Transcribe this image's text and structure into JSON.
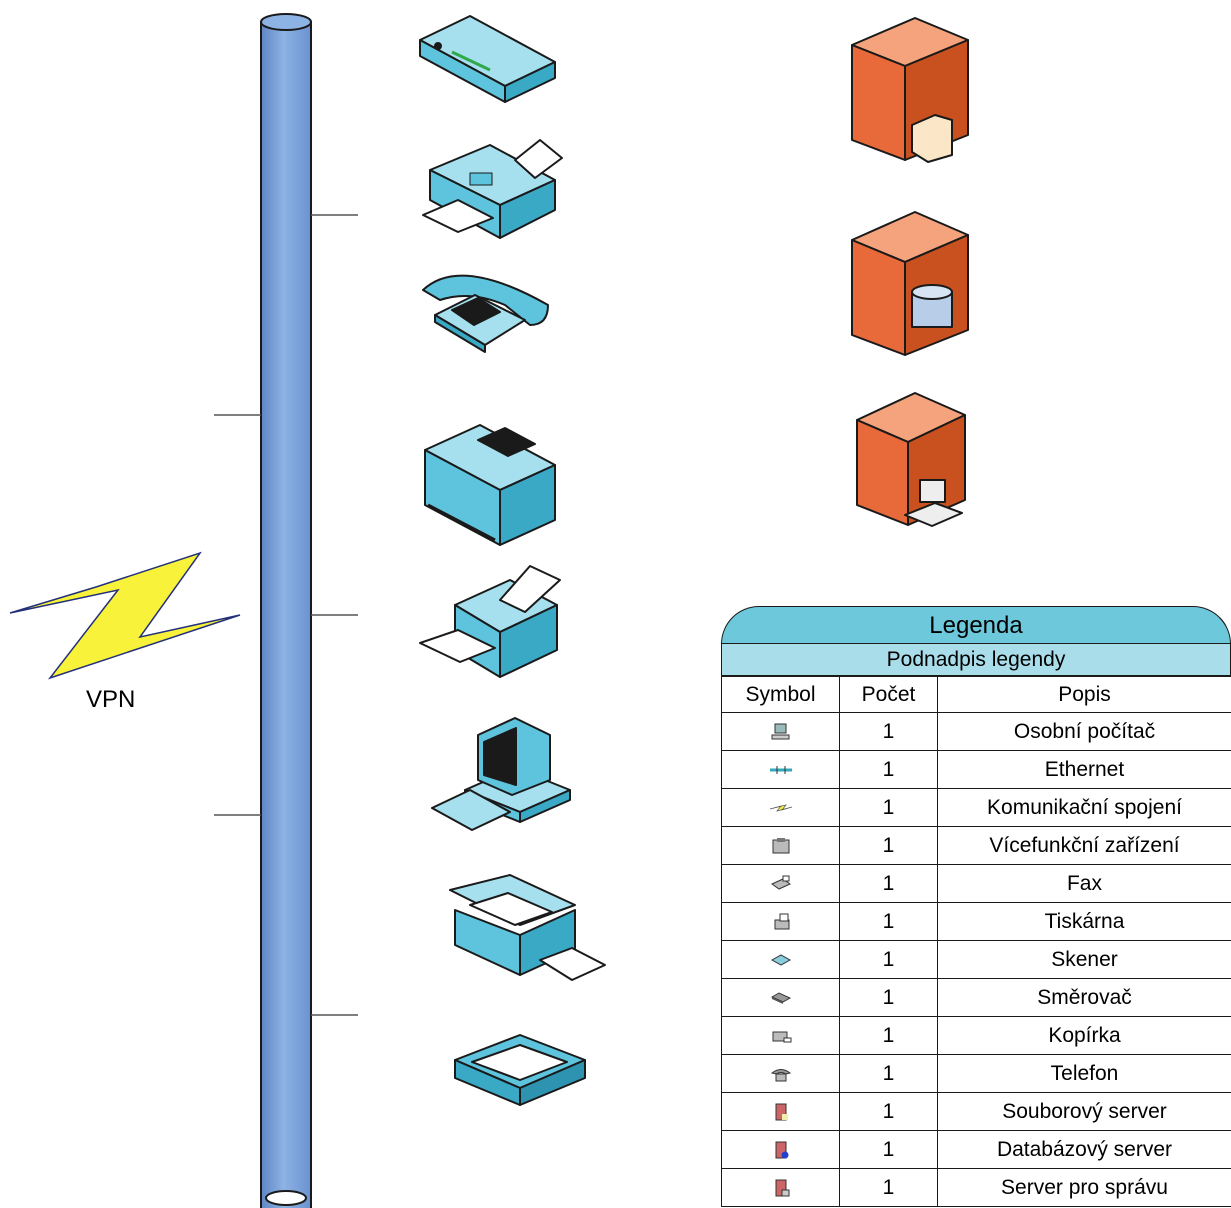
{
  "diagram": {
    "vpn_label": "VPN",
    "shapes": [
      {
        "name": "router-icon"
      },
      {
        "name": "fax-icon"
      },
      {
        "name": "telephone-icon"
      },
      {
        "name": "multifunction-device-icon"
      },
      {
        "name": "printer-icon"
      },
      {
        "name": "personal-computer-icon"
      },
      {
        "name": "copier-icon"
      },
      {
        "name": "scanner-icon"
      },
      {
        "name": "file-server-icon"
      },
      {
        "name": "database-server-icon"
      },
      {
        "name": "management-server-icon"
      },
      {
        "name": "ethernet-bus"
      },
      {
        "name": "communication-link-icon"
      }
    ]
  },
  "legend": {
    "title": "Legenda",
    "subtitle": "Podnadpis legendy",
    "headers": {
      "symbol": "Symbol",
      "count": "Počet",
      "description": "Popis"
    },
    "rows": [
      {
        "icon": "personal-computer-icon",
        "count": "1",
        "description": "Osobní počítač"
      },
      {
        "icon": "ethernet-icon",
        "count": "1",
        "description": "Ethernet"
      },
      {
        "icon": "communication-link-icon",
        "count": "1",
        "description": "Komunikační spojení"
      },
      {
        "icon": "multifunction-device-icon",
        "count": "1",
        "description": "Vícefunkční zařízení"
      },
      {
        "icon": "fax-icon",
        "count": "1",
        "description": "Fax"
      },
      {
        "icon": "printer-icon",
        "count": "1",
        "description": "Tiskárna"
      },
      {
        "icon": "scanner-icon",
        "count": "1",
        "description": "Skener"
      },
      {
        "icon": "router-icon",
        "count": "1",
        "description": "Směrovač"
      },
      {
        "icon": "copier-icon",
        "count": "1",
        "description": "Kopírka"
      },
      {
        "icon": "telephone-icon",
        "count": "1",
        "description": "Telefon"
      },
      {
        "icon": "file-server-icon",
        "count": "1",
        "description": "Souborový server"
      },
      {
        "icon": "database-server-icon",
        "count": "1",
        "description": "Databázový server"
      },
      {
        "icon": "management-server-icon",
        "count": "1",
        "description": "Server pro správu"
      }
    ]
  },
  "colors": {
    "bus_fill": "#7ea6da",
    "device_fill": "#5ec3dc",
    "device_light": "#a6e0ee",
    "server_fill": "#e8693a",
    "server_light": "#f5a37c",
    "lightning_fill": "#f8f33a",
    "legend_title_bg": "#6ec8dc",
    "legend_subtitle_bg": "#a9dde9"
  }
}
